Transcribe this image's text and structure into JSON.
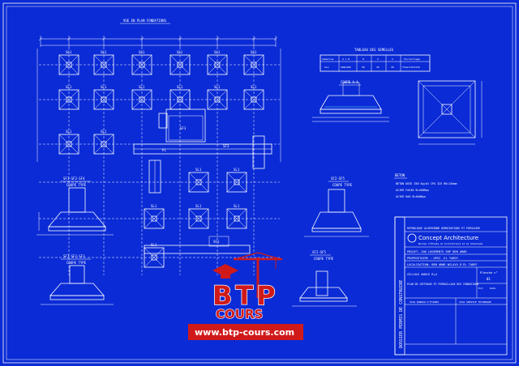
{
  "plan": {
    "title": "VUE EN PLAN FONDATIONS",
    "footing_label": "SL1",
    "sf_labels": [
      "SF1",
      "SF2",
      "SF3"
    ],
    "poutre_labels": [
      "P1",
      "P2"
    ]
  },
  "table": {
    "title": "TABLEAU DES SEMELLES",
    "headers": [
      "Semelles",
      "A x B",
      "H",
      "h",
      "d",
      "Ferraillage"
    ],
    "rows": [
      [
        "SL1",
        "200x200",
        "50",
        "35",
        "30",
        "T14e=15x2T16"
      ]
    ]
  },
  "sections": {
    "coupe_aa": "COUPE A-A",
    "sf1": "SF1-SF2-SF4",
    "sf1_sub": "COUPE TYPE",
    "sf2": "SF2-SF5",
    "sf2_sub": "COUPE TYPE",
    "sf3": "SF1-SF2-SF3",
    "sf3_sub": "COUPE TYPE",
    "sf4": "SF2-SF5",
    "sf4_sub": "COUPE TYPE"
  },
  "beton_notes": {
    "title": "BETON",
    "items": [
      "BETON DOSE 350 Kg/m3 CPA 325 Ф4=150mm",
      "ACIER FeE40 Ф=400Mpa",
      "ACIER HA0 Ф=400Mpa"
    ]
  },
  "title_block": {
    "republic": "REPUBLIQUE ALGERIENNE DEMOCRATIQUE ET POPULAIRE",
    "firm": "Concept Architecture",
    "firm_sub": "Bureau d'Etudes en Architecture et en Urbanisme",
    "project": "PROJET: 200 LOGEMENTS RHP BEN AMAR",
    "owner": "PROPRIETAIRE : OPGI -EL TAREF-",
    "location": "LOCALISATION: BEN AMAR WILAYA D'EL TAREF",
    "bloc": "CELLULE ANGLE R+4",
    "planche_label": "Planche n°",
    "planche_no": "01",
    "plan_title": "PLAN DE COFFRAGE ET FERRAILLAGE DES FONDATIONS",
    "echelle": "Ech",
    "date_label": "Date",
    "visa_bureau": "VISA BUREAU D'ETUDES",
    "visa_service": "VISA SERVICE TECHNIQUE",
    "side": "DOSSIER PERMIS DE CONSTRUIRE"
  },
  "watermark": {
    "logo": "BTP",
    "cours": "COURS",
    "url": "www.btp-cours.com"
  },
  "colors": {
    "background": "#0a2bd6",
    "lines": "#ffffff",
    "accent_red": "#d01a1a"
  }
}
